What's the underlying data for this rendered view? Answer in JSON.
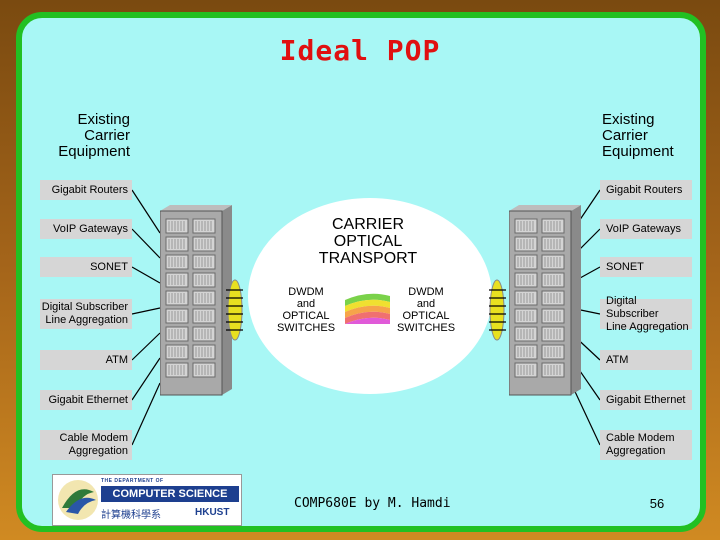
{
  "title": "Ideal POP",
  "left_header": [
    "Existing",
    "Carrier",
    "Equipment"
  ],
  "right_header": [
    "Existing",
    "Carrier",
    "Equipment"
  ],
  "left_items": [
    {
      "lines": [
        "Gigabit Routers"
      ]
    },
    {
      "lines": [
        "VoIP Gateways"
      ]
    },
    {
      "lines": [
        "SONET"
      ]
    },
    {
      "lines": [
        "Digital Subscriber",
        "Line Aggregation"
      ]
    },
    {
      "lines": [
        "ATM"
      ]
    },
    {
      "lines": [
        "Gigabit Ethernet"
      ]
    },
    {
      "lines": [
        "Cable Modem",
        "Aggregation"
      ]
    }
  ],
  "right_items": [
    {
      "lines": [
        "Gigabit Routers"
      ]
    },
    {
      "lines": [
        "VoIP Gateways"
      ]
    },
    {
      "lines": [
        "SONET"
      ]
    },
    {
      "lines": [
        "Digital Subscriber",
        "Line Aggregation"
      ]
    },
    {
      "lines": [
        "ATM"
      ]
    },
    {
      "lines": [
        "Gigabit Ethernet"
      ]
    },
    {
      "lines": [
        "Cable Modem",
        "Aggregation"
      ]
    }
  ],
  "center": {
    "title": [
      "CARRIER",
      "OPTICAL",
      "TRANSPORT"
    ],
    "left_switch": [
      "DWDM",
      "and",
      "OPTICAL",
      "SWITCHES"
    ],
    "right_switch": [
      "DWDM",
      "and",
      "OPTICAL",
      "SWITCHES"
    ]
  },
  "logo": {
    "line1": "THE DEPARTMENT OF",
    "line2": "COMPUTER SCIENCE",
    "line3": "計算機科學系",
    "line4": "HKUST"
  },
  "footer": "COMP680E by M. Hamdi",
  "page_number": "56",
  "colors": {
    "title": "#e01010",
    "panel": "#a8f7f5",
    "border": "#22c022",
    "fiber_ring": "#e8e020",
    "box": "#d6d6d6"
  }
}
